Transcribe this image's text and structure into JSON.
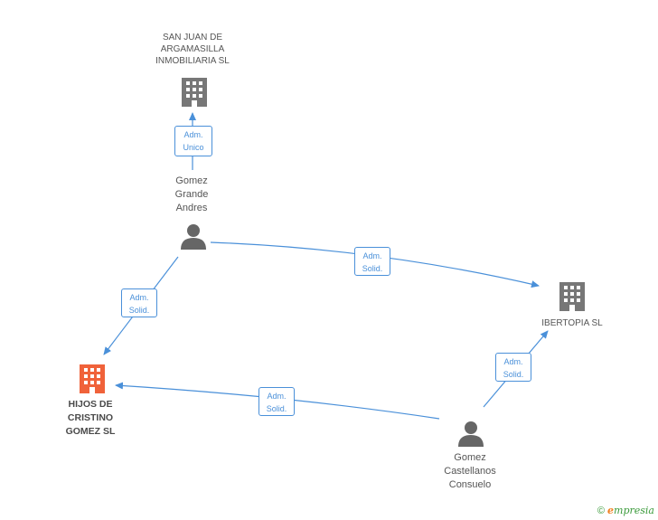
{
  "colors": {
    "edge": "#4a90d9",
    "company": "#777777",
    "focus_company": "#f0623a",
    "person": "#666666"
  },
  "nodes": {
    "san_juan": {
      "label": "SAN JUAN DE\nARGAMASILLA\nINMOBILIARIA SL",
      "icon": "building-icon"
    },
    "gomez_grande": {
      "label": "Gomez\nGrande\nAndres",
      "icon": "person-icon"
    },
    "ibertopia": {
      "label": "IBERTOPIA  SL",
      "icon": "building-icon"
    },
    "hijos": {
      "label": "HIJOS DE\nCRISTINO\nGOMEZ SL",
      "icon": "building-icon"
    },
    "gomez_castellanos": {
      "label": "Gomez\nCastellanos\nConsuelo",
      "icon": "person-icon"
    }
  },
  "edges": [
    {
      "label": "Adm.\nUnico"
    },
    {
      "label": "Adm.\nSolid."
    },
    {
      "label": "Adm.\nSolid."
    },
    {
      "label": "Adm.\nSolid."
    },
    {
      "label": "Adm.\nSolid."
    }
  ],
  "footer": {
    "symbol": "©",
    "brand_initial": "e",
    "brand_rest": "mpresia"
  }
}
